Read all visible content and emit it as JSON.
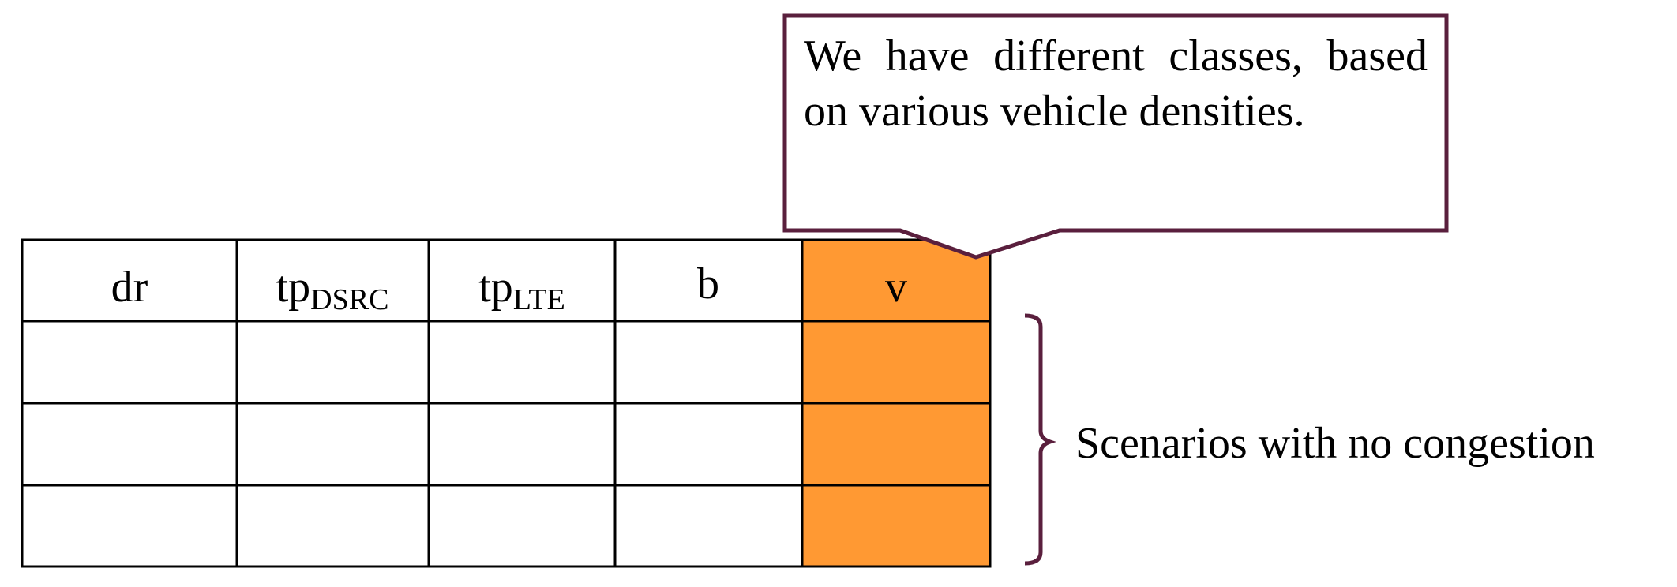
{
  "table": {
    "headers": [
      {
        "base": "dr",
        "sub": ""
      },
      {
        "base": "tp",
        "sub": "DSRC"
      },
      {
        "base": "tp",
        "sub": "LTE"
      },
      {
        "base": "b",
        "sub": ""
      },
      {
        "base": "v",
        "sub": ""
      }
    ],
    "empty_row_count": 3,
    "highlight_column": "v"
  },
  "callout": {
    "text": "We have different classes, based on various vehicle densities."
  },
  "bracket": {
    "label": "Scenarios with no congestion"
  },
  "colors": {
    "highlight_fill": "#FF9933",
    "callout_border": "#5A1F3D",
    "bracket_color": "#5A1F3D",
    "table_lines": "#000000"
  }
}
